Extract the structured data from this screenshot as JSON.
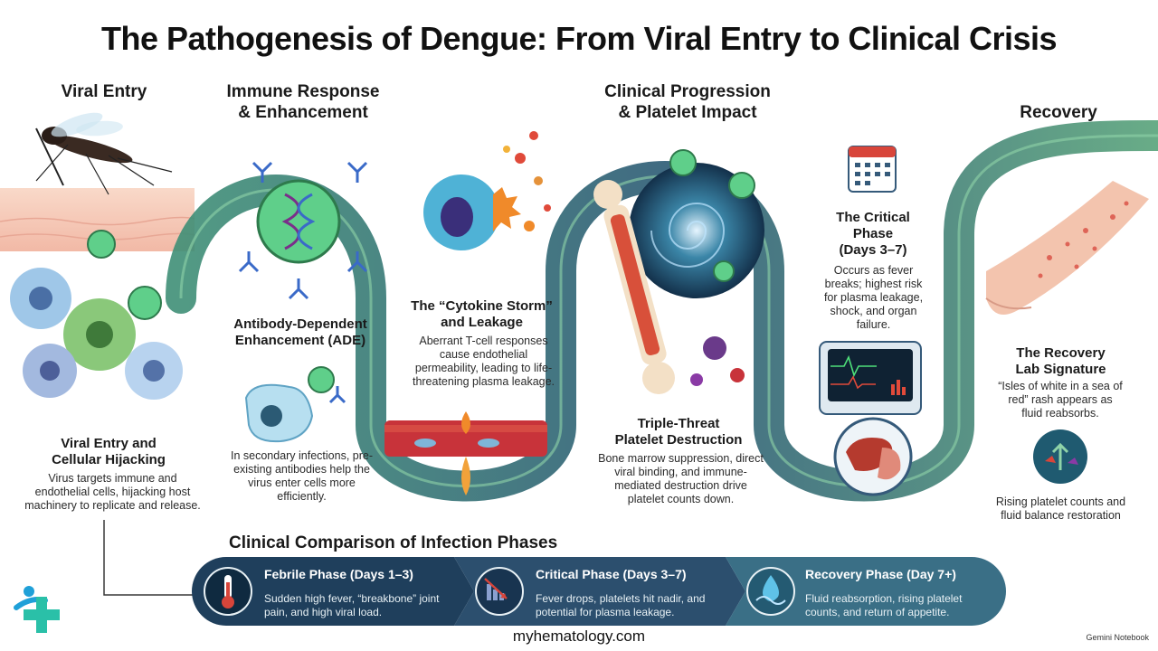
{
  "title": "The Pathogenesis of Dengue: From Viral Entry to Clinical Crisis",
  "sections": {
    "entry": {
      "label": "Viral Entry",
      "heading": "Viral Entry and\nCellular Hijacking",
      "body": "Virus targets immune and endothelial cells, hijacking host machinery to replicate and release."
    },
    "immune": {
      "label": "Immune Response\n& Enhancement",
      "ade_heading": "Antibody-Dependent\nEnhancement (ADE)",
      "ade_body": "In secondary infections, pre-existing antibodies help the virus enter cells more efficiently."
    },
    "cytokine": {
      "heading": "The “Cytokine Storm”\nand Leakage",
      "body": "Aberrant T-cell responses cause endothelial permeability, leading to life-threatening plasma leakage."
    },
    "clinical": {
      "label": "Clinical Progression\n& Platelet Impact",
      "heading": "Triple-Threat\nPlatelet Destruction",
      "body": "Bone marrow suppression, direct viral binding, and immune-mediated destruction drive platelet counts down."
    },
    "critical": {
      "heading": "The Critical\nPhase\n(Days 3–7)",
      "body": "Occurs as fever breaks; highest risk for plasma leakage, shock, and organ failure."
    },
    "recovery": {
      "label": "Recovery",
      "heading": "The Recovery\nLab Signature",
      "body": "“Isles of white in a sea of red” rash appears as fluid reabsorbs.",
      "restore": "Rising platelet counts and fluid balance restoration"
    }
  },
  "comparison": {
    "heading": "Clinical Comparison of Infection Phases",
    "phases": [
      {
        "title": "Febrile Phase (Days 1–3)",
        "body": "Sudden high fever, “breakbone” joint pain, and high viral load.",
        "icon": "thermometer-icon"
      },
      {
        "title": "Critical Phase (Days 3–7)",
        "body": "Fever drops, platelets hit nadir, and potential for plasma leakage.",
        "icon": "declining-chart-icon"
      },
      {
        "title": "Recovery Phase (Day 7+)",
        "body": "Fluid reabsorption, rising platelet counts, and return of appetite.",
        "icon": "water-drop-icon"
      }
    ]
  },
  "footer": "myhematology.com",
  "badge": "Gemini Notebook",
  "colors": {
    "band_dark": "#1f3f5c",
    "band_mid": "#2c5a75",
    "band_light": "#3f7a8c",
    "virus_green": "#4fbf7a",
    "accent_red": "#d8453a"
  }
}
